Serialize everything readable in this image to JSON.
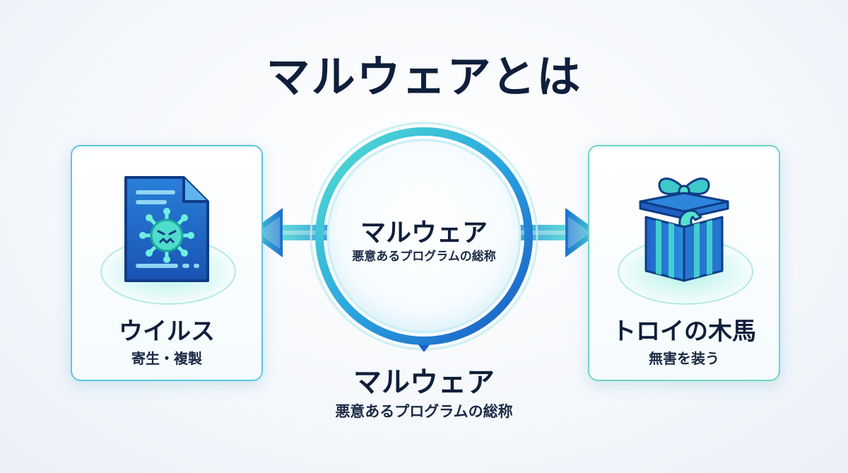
{
  "title": "マルウェアとは",
  "center": {
    "name": "マルウェア",
    "description": "悪意あるプログラムの総称"
  },
  "left_card": {
    "name": "ウイルス",
    "description": "寄生・複製",
    "icon": "infected-document-icon"
  },
  "right_card": {
    "name": "トロイの木馬",
    "description": "無害を装う",
    "icon": "trojan-horse-gift-box-icon"
  },
  "bottom": {
    "name": "マルウェア",
    "description": "悪意あるプログラムの総称"
  },
  "colors": {
    "primary_blue": "#1e7fd6",
    "teal": "#3fd3c3",
    "navy_text": "#0f1e3a"
  }
}
